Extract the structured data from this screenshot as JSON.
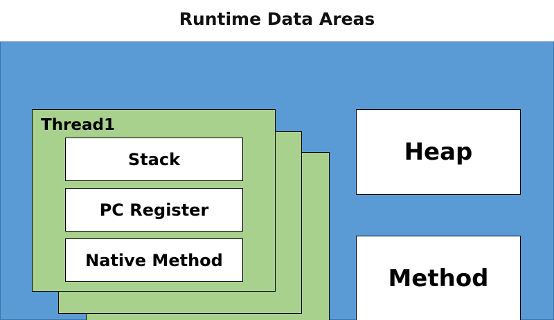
{
  "diagram": {
    "title": "Runtime Data Areas",
    "thread": {
      "label": "Thread1",
      "components": [
        "Stack",
        "PC Register",
        "Native Method"
      ]
    },
    "shared": {
      "heap": "Heap",
      "method": "Method"
    },
    "colors": {
      "runtime_area": "#5b9bd5",
      "thread_frame": "#a9d18e",
      "component_box": "#ffffff"
    }
  }
}
